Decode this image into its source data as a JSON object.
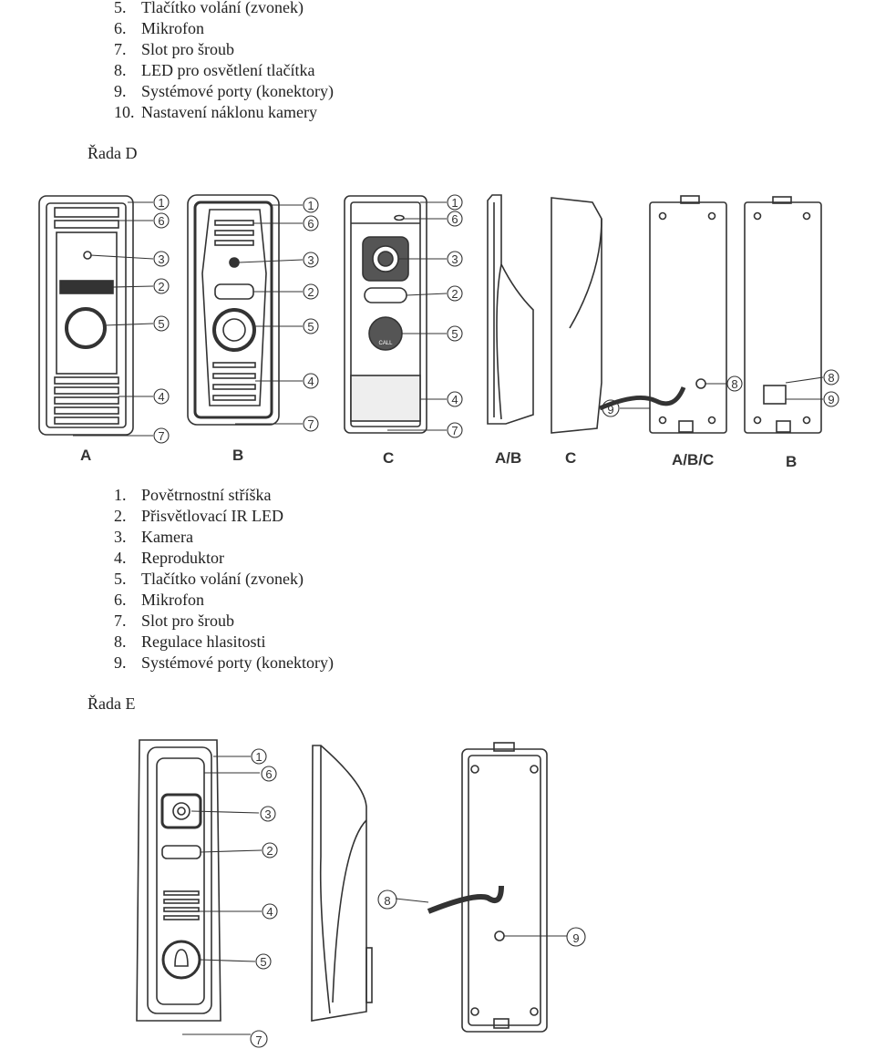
{
  "top_list": [
    {
      "num": "5.",
      "text": "Tlačítko volání (zvonek)"
    },
    {
      "num": "6.",
      "text": "Mikrofon"
    },
    {
      "num": "7.",
      "text": "Slot pro šroub"
    },
    {
      "num": "8.",
      "text": "LED pro osvětlení tlačítka"
    },
    {
      "num": "9.",
      "text": "Systémové porty (konektory)"
    },
    {
      "num": "10.",
      "text": "Nastavení náklonu kamery"
    }
  ],
  "section_d": {
    "heading": "Řada D",
    "figure_labels": [
      "A",
      "B",
      "C",
      "A/B",
      "C",
      "A/B/C",
      "B"
    ],
    "callouts": [
      "1",
      "2",
      "3",
      "4",
      "5",
      "6",
      "7",
      "8",
      "9"
    ]
  },
  "middle_list": [
    {
      "num": "1.",
      "text": "Povětrnostní stříška"
    },
    {
      "num": "2.",
      "text": "Přisvětlovací IR LED"
    },
    {
      "num": "3.",
      "text": "Kamera"
    },
    {
      "num": "4.",
      "text": "Reproduktor"
    },
    {
      "num": "5.",
      "text": "Tlačítko volání (zvonek)"
    },
    {
      "num": "6.",
      "text": "Mikrofon"
    },
    {
      "num": "7.",
      "text": "Slot pro šroub"
    },
    {
      "num": "8.",
      "text": "Regulace hlasitosti"
    },
    {
      "num": "9.",
      "text": "Systémové porty (konektory)"
    }
  ],
  "section_e": {
    "heading": "Řada E",
    "callouts": [
      "1",
      "2",
      "3",
      "4",
      "5",
      "6",
      "7",
      "8",
      "9"
    ]
  },
  "call_button_text": "CALL"
}
